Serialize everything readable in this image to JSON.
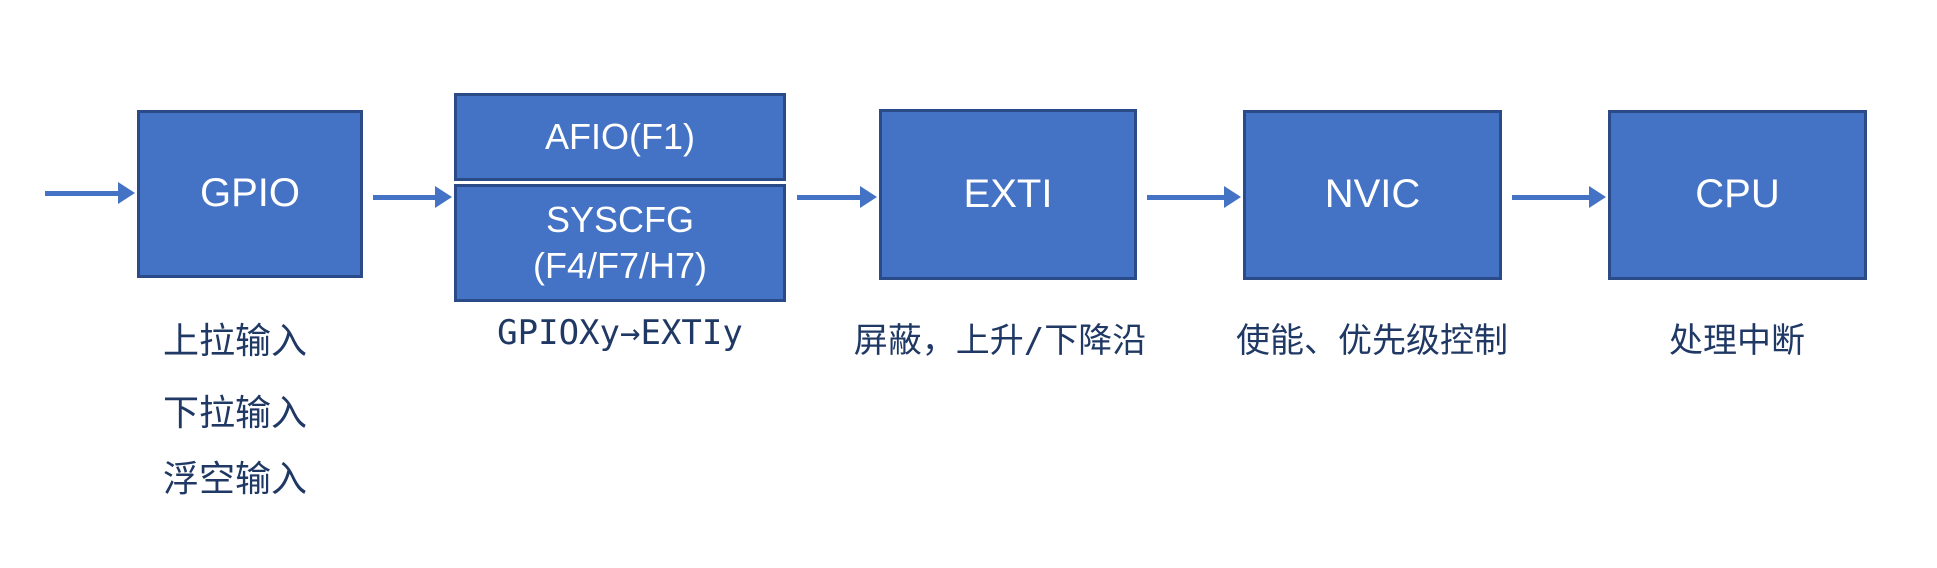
{
  "diagram": {
    "nodes": {
      "gpio": {
        "label": "GPIO"
      },
      "afio": {
        "label": "AFIO(F1)"
      },
      "syscfg": {
        "label": "SYSCFG\n(F4/F7/H7)"
      },
      "exti": {
        "label": "EXTI"
      },
      "nvic": {
        "label": "NVIC"
      },
      "cpu": {
        "label": "CPU"
      }
    },
    "captions": {
      "gpio_modes": [
        "上拉输入",
        "下拉输入",
        "浮空输入"
      ],
      "afio_mapping": "GPIOXy→EXTIy",
      "exti_note": "屏蔽，上升/下降沿",
      "nvic_note": "使能、优先级控制",
      "cpu_note": "处理中断"
    },
    "colors": {
      "box_fill": "#4472C4",
      "box_border": "#2B4A88",
      "box_text": "#FFFFFF",
      "caption_text": "#1F3864",
      "arrow": "#4472C4",
      "background": "#FFFFFF"
    }
  }
}
